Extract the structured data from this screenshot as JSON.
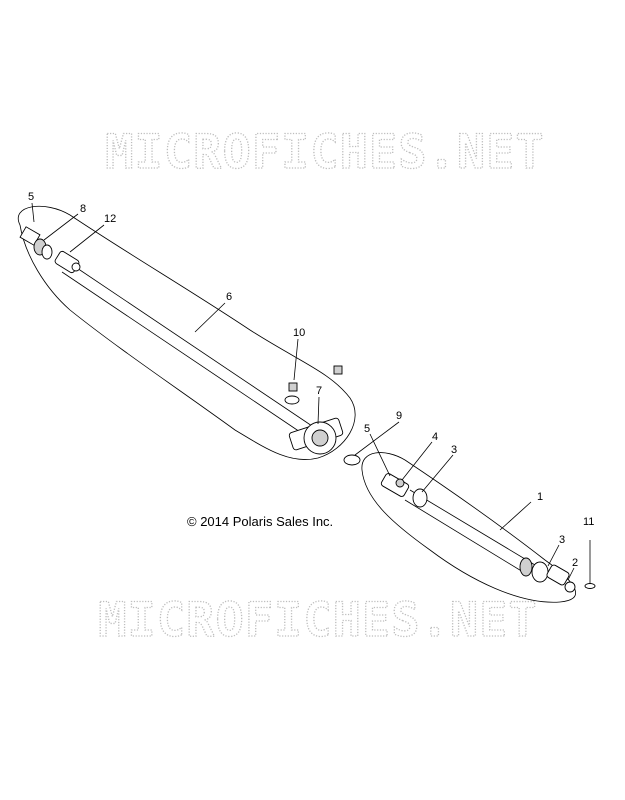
{
  "watermark": {
    "top": "MICROFICHES.NET",
    "bottom": "MICROFICHES.NET"
  },
  "copyright": "© 2014 Polaris Sales Inc.",
  "callouts": {
    "c5a": "5",
    "c8": "8",
    "c12": "12",
    "c6": "6",
    "c10": "10",
    "c7": "7",
    "c9": "9",
    "c5b": "5",
    "c4": "4",
    "c3a": "3",
    "c1": "1",
    "c11": "11",
    "c3b": "3",
    "c2": "2"
  }
}
